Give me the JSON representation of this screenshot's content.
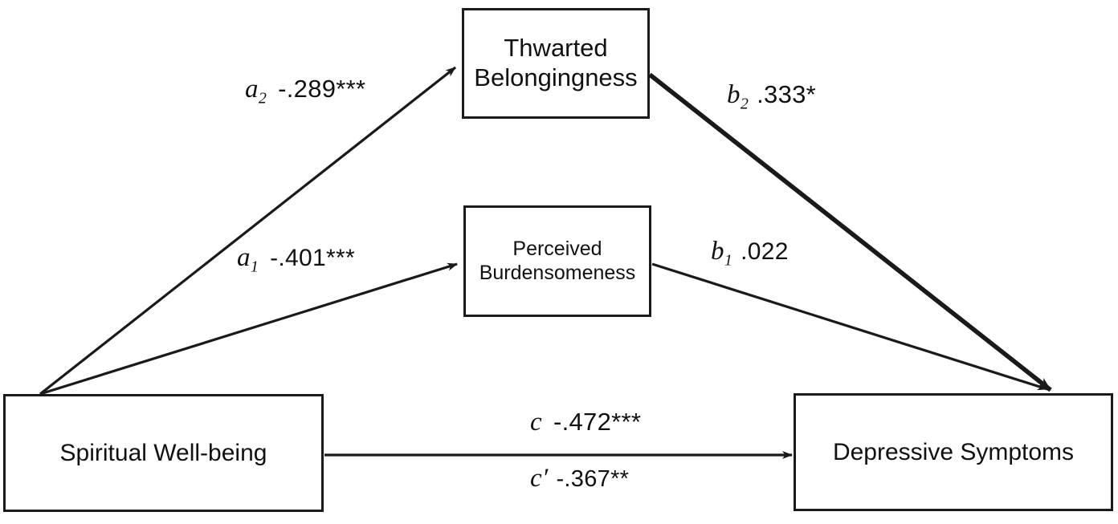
{
  "diagram": {
    "type": "path-mediation-model",
    "background_color": "#ffffff",
    "line_color": "#1a1a1a",
    "nodes": [
      {
        "id": "thwarted-belongingness",
        "label": "Thwarted\nBelongingness"
      },
      {
        "id": "perceived-burdensomeness",
        "label": "Perceived\nBurdensomeness"
      },
      {
        "id": "spiritual-wellbeing",
        "label": "Spiritual Well-being"
      },
      {
        "id": "depressive-symptoms",
        "label": "Depressive Symptoms"
      }
    ],
    "node_labels": {
      "thwarted_belongingness_line1": "Thwarted",
      "thwarted_belongingness_line2": "Belongingness",
      "perceived_burdensomeness_line1": "Perceived",
      "perceived_burdensomeness_line2": "Burdensomeness",
      "spiritual_wellbeing": "Spiritual Well-being",
      "depressive_symptoms": "Depressive Symptoms"
    },
    "paths": [
      {
        "id": "a2",
        "symbol": "a",
        "subscript": "2",
        "coefficient": "-.289***",
        "from": "spiritual-wellbeing",
        "to": "thwarted-belongingness",
        "significance": "***"
      },
      {
        "id": "a1",
        "symbol": "a",
        "subscript": "1",
        "coefficient": "-.401***",
        "from": "spiritual-wellbeing",
        "to": "perceived-burdensomeness",
        "significance": "***"
      },
      {
        "id": "b2",
        "symbol": "b",
        "subscript": "2",
        "coefficient": ".333*",
        "from": "thwarted-belongingness",
        "to": "depressive-symptoms",
        "significance": "*"
      },
      {
        "id": "b1",
        "symbol": "b",
        "subscript": "1",
        "coefficient": ".022",
        "from": "perceived-burdensomeness",
        "to": "depressive-symptoms",
        "significance": ""
      },
      {
        "id": "c",
        "symbol": "c",
        "subscript": "",
        "coefficient": "-.472***",
        "from": "spiritual-wellbeing",
        "to": "depressive-symptoms",
        "significance": "***"
      },
      {
        "id": "c-prime",
        "symbol": "c′",
        "subscript": "",
        "coefficient": "-.367**",
        "from": "spiritual-wellbeing",
        "to": "depressive-symptoms",
        "significance": "**"
      }
    ]
  }
}
